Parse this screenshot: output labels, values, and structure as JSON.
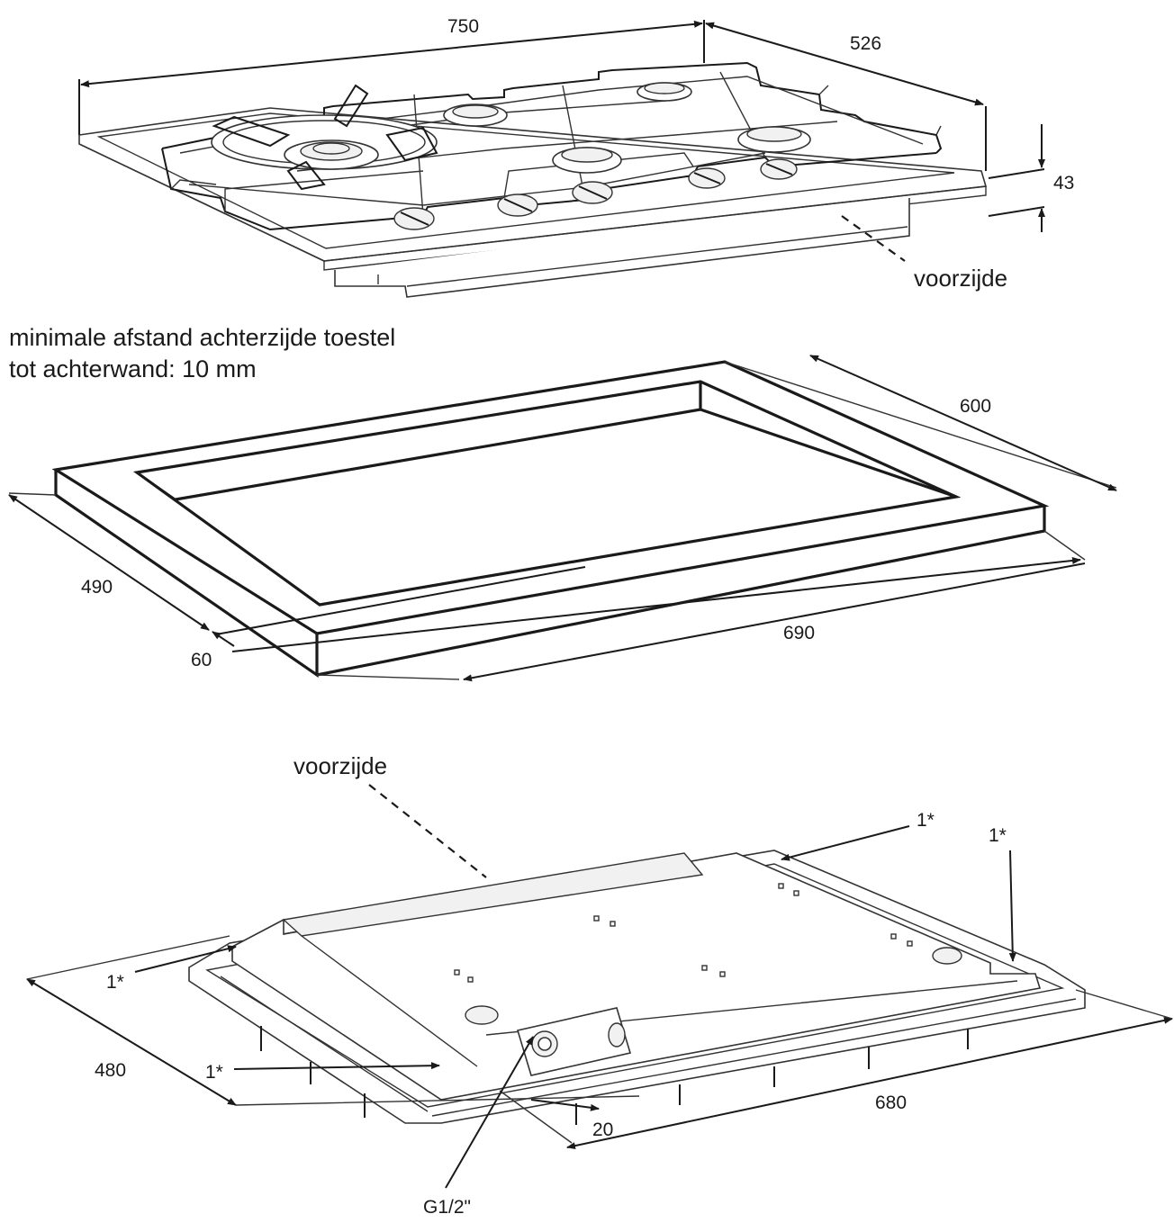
{
  "hob_top_view": {
    "width_label": "750",
    "depth_label": "526",
    "height_label": "43",
    "front_label": "voorzijde"
  },
  "note": {
    "line1": "minimale afstand achterzijde toestel",
    "line2": "tot achterwand: 10 mm"
  },
  "cutout": {
    "depth_label": "600",
    "length_label": "690",
    "inner_depth_label": "490",
    "offset_label": "60"
  },
  "underside": {
    "front_label": "voorzijde",
    "fixing_labels": [
      "1*",
      "1*",
      "1*",
      "1*"
    ],
    "depth_label": "480",
    "length_label": "680",
    "gas_offset_label": "20",
    "gas_connection_label": "G1/2\""
  }
}
